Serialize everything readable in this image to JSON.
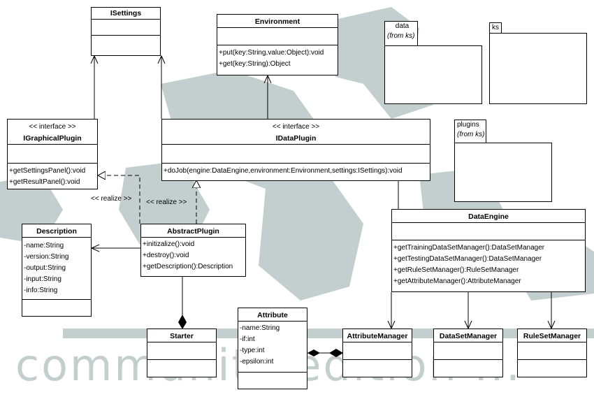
{
  "diagram": {
    "watermark_text": "community edition ...",
    "realize_label": "<< realize >>",
    "classes": {
      "isettings": {
        "name": "ISettings"
      },
      "environment": {
        "name": "Environment",
        "operations": [
          "+put(key:String,value:Object):void",
          "+get(key:String):Object"
        ]
      },
      "igraphicalplugin": {
        "stereotype": "<< interface >>",
        "name": "IGraphicalPlugin",
        "operations": [
          "+getSettingsPanel():void",
          "+getResultPanel():void"
        ]
      },
      "idataplugin": {
        "stereotype": "<< interface >>",
        "name": "IDataPlugin",
        "operations": [
          "+doJob(engine:DataEngine,environment:Environment,settings:ISettings):void"
        ]
      },
      "description": {
        "name": "Description",
        "attributes": [
          "-name:String",
          "-version:String",
          "-output:String",
          "-input:String",
          "-info:String"
        ]
      },
      "abstractplugin": {
        "name": "AbstractPlugin",
        "operations": [
          "+initizalize():void",
          "+destroy():void",
          "+getDescription():Description"
        ]
      },
      "dataengine": {
        "name": "DataEngine",
        "operations": [
          "+getTrainingDataSetManager():DataSetManager",
          "+getTestingDataSetManager():DataSetManager",
          "+getRuleSetManager():RuleSetManager",
          "+getAttributeManager():AttributeManager"
        ]
      },
      "starter": {
        "name": "Starter"
      },
      "attribute": {
        "name": "Attribute",
        "attributes": [
          "-name:String",
          "-if:int",
          "-type:int",
          "-epsilon:int"
        ]
      },
      "attributemanager": {
        "name": "AttributeManager"
      },
      "datasetmanager": {
        "name": "DataSetManager"
      },
      "rulesetmanager": {
        "name": "RuleSetManager"
      }
    },
    "packages": {
      "data": {
        "name": "data",
        "sub": "(from ks)"
      },
      "ks": {
        "name": "ks"
      },
      "plugins": {
        "name": "plugins",
        "sub": "(from ks)"
      }
    }
  }
}
